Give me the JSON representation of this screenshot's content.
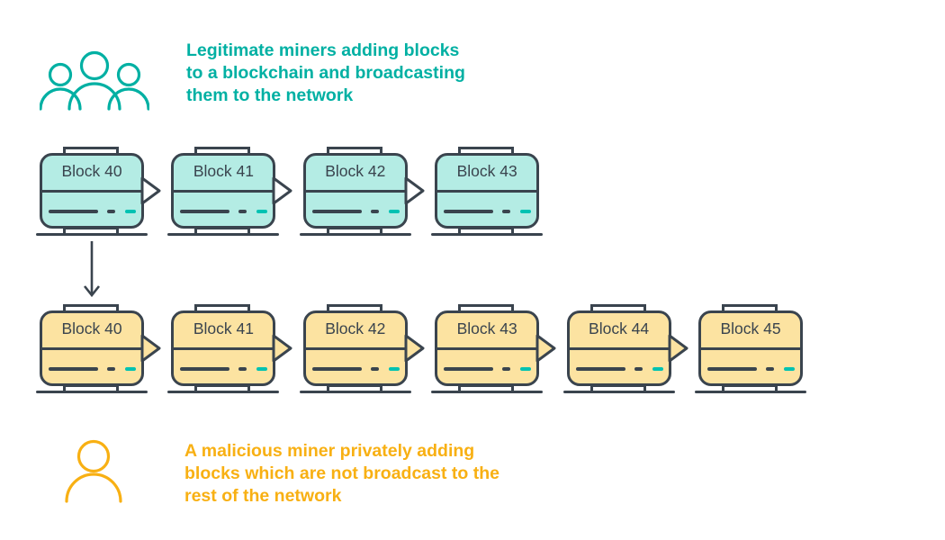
{
  "colors": {
    "teal": "#00b0a3",
    "amber": "#f8b013",
    "outline": "#3a444e",
    "teal_block_fill": "#b4ece4",
    "amber_block_fill": "#fce3a1",
    "accent_dash": "#00c2b2",
    "top_arrow_fill": "#ffffff",
    "background": "#ffffff"
  },
  "legends": {
    "top": {
      "icon": "miners-group-icon",
      "text": "Legitimate miners adding blocks\nto a blockchain and broadcasting\nthem to the network"
    },
    "bottom": {
      "icon": "malicious-miner-icon",
      "text": "A malicious miner privately adding\nblocks which are not broadcast to the\nrest of the network"
    }
  },
  "chains": [
    {
      "name": "broadcast-chain",
      "fill_color": "#b4ece4",
      "arrow_fill": "#ffffff",
      "blocks": [
        {
          "label": "Block 40",
          "arrow": true
        },
        {
          "label": "Block 41",
          "arrow": true
        },
        {
          "label": "Block 42",
          "arrow": true
        },
        {
          "label": "Block 43",
          "arrow": false
        }
      ]
    },
    {
      "name": "private-chain",
      "fill_color": "#fce3a1",
      "arrow_fill": "#fce3a1",
      "blocks": [
        {
          "label": "Block 40",
          "arrow": true
        },
        {
          "label": "Block 41",
          "arrow": true
        },
        {
          "label": "Block 42",
          "arrow": true
        },
        {
          "label": "Block 43",
          "arrow": true
        },
        {
          "label": "Block 44",
          "arrow": true
        },
        {
          "label": "Block 45",
          "arrow": false
        }
      ]
    }
  ]
}
